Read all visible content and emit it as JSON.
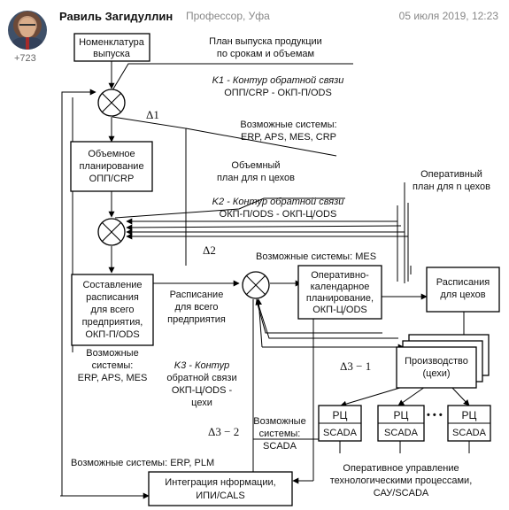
{
  "post": {
    "author": "Равиль Загидуллин",
    "role": "Профессор, Уфа",
    "date": "05 июля 2019, 12:23",
    "karma": "+723"
  },
  "diagram": {
    "boxes": {
      "nomenclature": [
        "Номенклатура",
        "выпуска"
      ],
      "volume": [
        "Объемное",
        "планирование",
        "ОПП/CRP"
      ],
      "schedule_all": [
        "Составление",
        "расписания",
        "для всего",
        "предприятия,",
        "ОКП-П/ODS"
      ],
      "operative": [
        "Оперативно-",
        "календарное",
        "планирование,",
        "ОКП-Ц/ODS"
      ],
      "shop_schedules": [
        "Расписания",
        "для цехов"
      ],
      "production": [
        "Производство",
        "(цехи)"
      ],
      "integration": [
        "Интеграция нформации,",
        "ИПИ/CALS"
      ],
      "rc": "РЦ",
      "scada": "SCADA",
      "ellipsis": "• • •"
    },
    "labels": {
      "plan_release": [
        "План выпуска продукции",
        "по срокам и объемам"
      ],
      "k1": [
        "K1 - Контур обратной связи",
        "ОПП/CRP - ОКП-П/ODS"
      ],
      "delta1": "Δ1",
      "systems1": [
        "Возможные системы:",
        "ERP, APS, MES, CRP"
      ],
      "volume_plan": [
        "Объемный",
        "план для n цехов"
      ],
      "k2": [
        "K2 - Контур обратной связи",
        "ОКП-П/ODS - ОКП-Ц/ODS"
      ],
      "operative_plan": [
        "Оперативный",
        "план для n цехов"
      ],
      "delta2": "Δ2",
      "systems_mes": "Возможные системы: MES",
      "schedule_all_out": [
        "Расписание",
        "для всего",
        "предприятия"
      ],
      "systems2": [
        "Возможные",
        "системы:",
        "ERP, APS, MES"
      ],
      "k3": [
        "K3 - Контур",
        "обратной связи",
        "ОКП-Ц/ODS -",
        "цехи"
      ],
      "delta31": "Δ3 − 1",
      "delta32": "Δ3 − 2",
      "systems_scada": [
        "Возможные",
        "системы:",
        "SCADA"
      ],
      "systems_erp_plm": "Возможные системы: ERP, PLM",
      "op_control": [
        "Оперативное управление",
        "технологическими процессами,",
        "САУ/SCADA"
      ]
    }
  }
}
